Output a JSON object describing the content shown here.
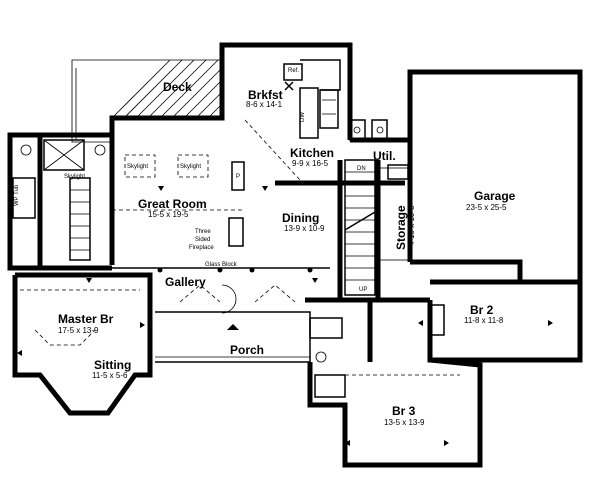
{
  "rooms": {
    "deck": {
      "name": "Deck"
    },
    "brkfst": {
      "name": "Brkfst",
      "dims": "8-6 x 14-1"
    },
    "kitchen": {
      "name": "Kitchen",
      "dims": "9-9 x 16-5"
    },
    "great_room": {
      "name": "Great Room",
      "dims": "15-5 x 19-5"
    },
    "dining": {
      "name": "Dining",
      "dims": "13-9 x 10-9"
    },
    "garage": {
      "name": "Garage",
      "dims": "23-5 x 25-5"
    },
    "storage": {
      "name": "Storage",
      "dims": "4-10 x 10-8"
    },
    "util": {
      "name": "Util."
    },
    "master_br": {
      "name": "Master Br",
      "dims": "17-5 x 13-9"
    },
    "sitting": {
      "name": "Sitting",
      "dims": "11-5 x 5-6"
    },
    "gallery": {
      "name": "Gallery"
    },
    "porch": {
      "name": "Porch"
    },
    "br2": {
      "name": "Br 2",
      "dims": "11-8 x 11-8"
    },
    "br3": {
      "name": "Br 3",
      "dims": "13-5 x 13-9"
    }
  },
  "labels": {
    "ref": "Ref.",
    "dw": "DW",
    "skylight": "Skylight",
    "fireplace_l1": "Three",
    "fireplace_l2": "Sided",
    "fireplace_l3": "Fireplace",
    "glass_block": "Glass Block",
    "dn": "DN",
    "up": "UP",
    "pantry": "P",
    "whirlpool": "WP Tub"
  }
}
